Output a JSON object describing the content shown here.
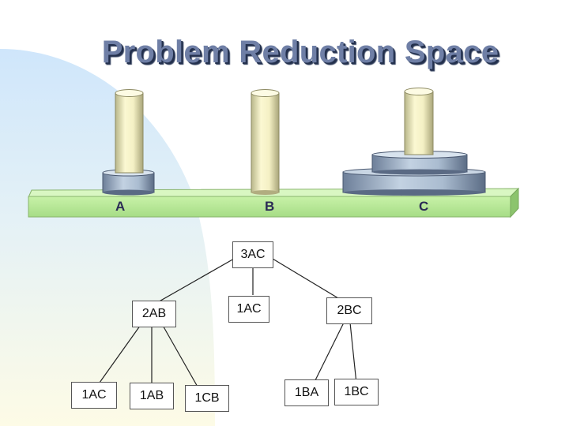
{
  "title": "Problem Reduction Space",
  "pegs": {
    "a": "A",
    "b": "B",
    "c": "C"
  },
  "tree": {
    "root": "3AC",
    "level1": {
      "left": "2AB",
      "middle": "1AC",
      "right": "2BC"
    },
    "level2": {
      "n1": "1AC",
      "n2": "1AB",
      "n3": "1CB",
      "n4": "1BA",
      "n5": "1BC"
    }
  }
}
